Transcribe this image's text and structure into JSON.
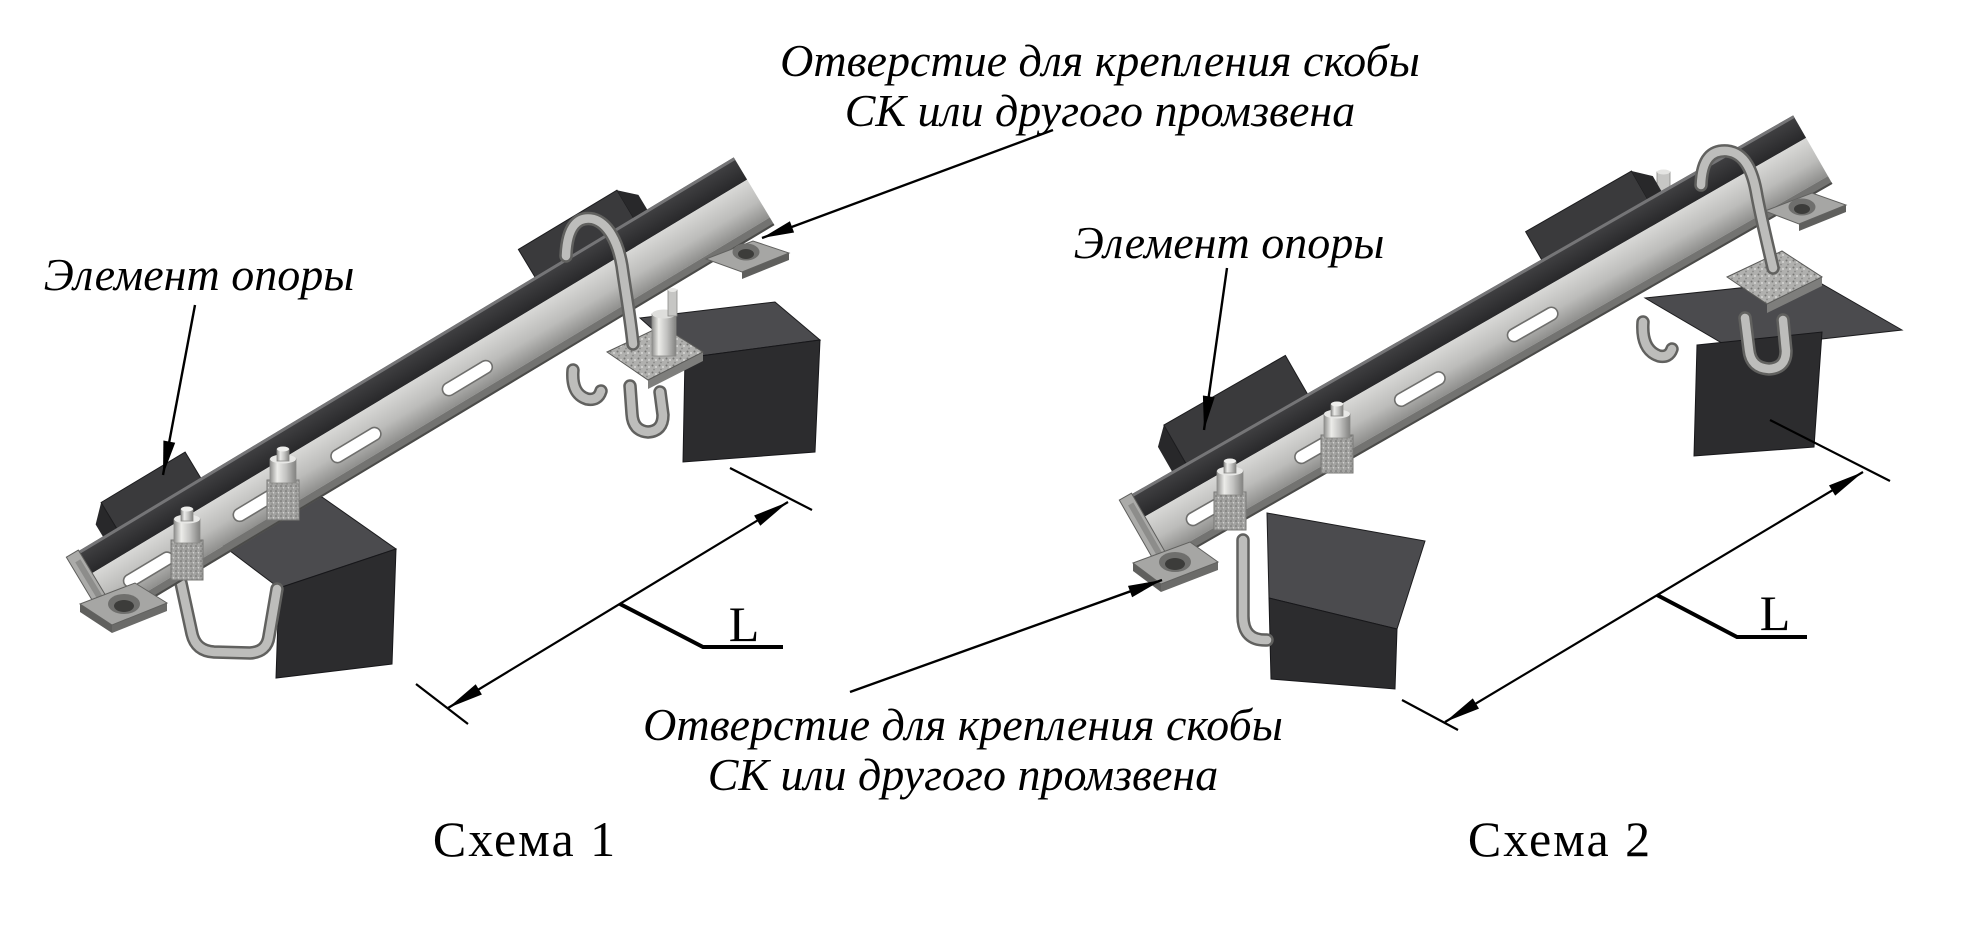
{
  "background": "#ffffff",
  "line_color": "#000000",
  "callouts": {
    "hole_top": {
      "line1": "Отверстие для крепления скобы",
      "line2": "СК или другого промзвена"
    },
    "hole_bottom": {
      "line1": "Отверстие для крепления скобы",
      "line2": "СК или другого промзвена"
    },
    "support_left": "Элемент опоры",
    "support_right": "Элемент опоры"
  },
  "dimensions": {
    "left": "L",
    "right": "L"
  },
  "captions": {
    "left": "Схема 1",
    "right": "Схема 2"
  },
  "colors": {
    "rail_web_light": "#d8d8d6",
    "rail_web_dark": "#8f8f8d",
    "rail_flange": "#2e2e30",
    "bracket": "#2c2c2e",
    "hardware": "#bdbdbb"
  }
}
